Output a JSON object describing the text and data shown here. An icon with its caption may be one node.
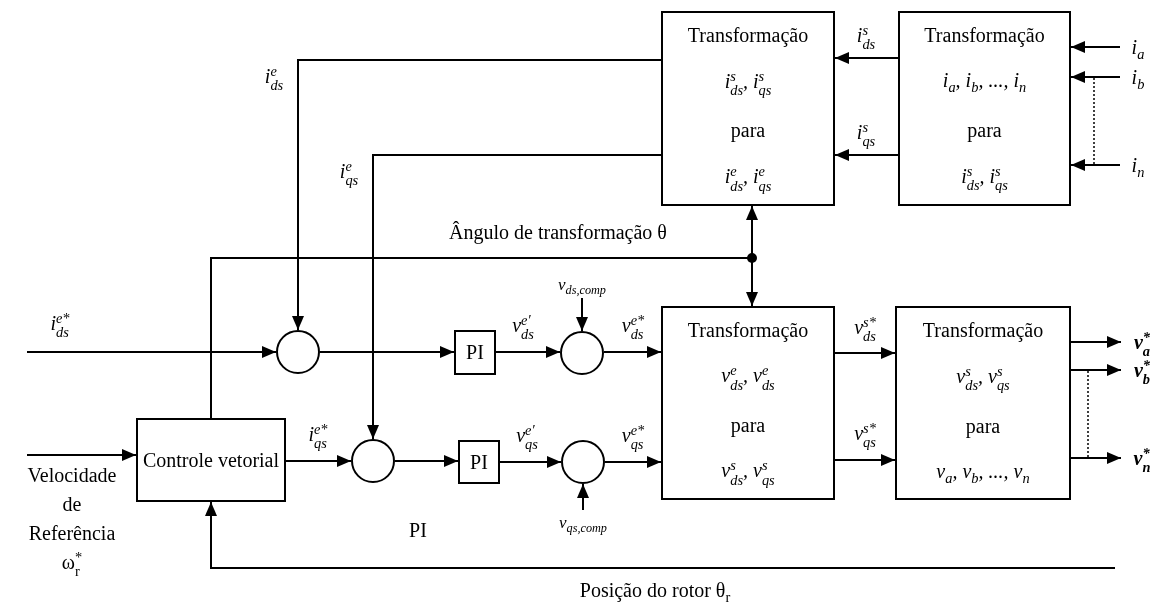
{
  "diagram": {
    "nodes": [
      {
        "text": [
          "Transformação",
          "i$_{ds}$$^{s}$, i$_{qs}$$^{s}$",
          "para",
          "i$_{ds}$$^{e}$, i$_{qs}$$^{e}$"
        ]
      },
      {
        "text": [
          "Transformação",
          "i$_{a}$, i$_{b}$, ..., i$_{n}$",
          "para",
          "i$_{ds}$$^{s}$, i$_{qs}$$^{s}$"
        ]
      },
      {
        "text": [
          "i$_{a}$"
        ]
      },
      {
        "text": [
          "i$_{b}$"
        ]
      },
      {
        "text": [
          "i$_{n}$"
        ]
      },
      {
        "text": [
          "v$_{ds,comp}$"
        ]
      },
      {
        "text": [],
        "shape": "circle"
      },
      {
        "text": [
          "PI"
        ]
      },
      {
        "text": [],
        "shape": "circle"
      },
      {
        "text": [
          "Transformação",
          "v$_{ds}$$^{e}$, v$_{ds}$$^{e}$",
          "para",
          "v$_{ds}$$^{s}$, v$_{qs}$$^{s}$"
        ]
      },
      {
        "text": [
          "Transformação",
          "v$_{ds}$$^{s}$, v$_{qs}$$^{s}$",
          "para",
          "v$_{a}$, v$_{b}$, ..., v$_{n}$"
        ]
      },
      {
        "text": [
          "v$_{a}$$^{*}$"
        ]
      },
      {
        "text": [
          "v$_{b}$$^{*}$"
        ]
      },
      {
        "text": [
          "v$_{n}$$^{*}$"
        ]
      },
      {
        "text": [
          "Controle vetorial"
        ]
      },
      {
        "text": [],
        "shape": "circle"
      },
      {
        "text": [
          "PI"
        ]
      },
      {
        "text": [],
        "shape": "circle"
      },
      {
        "text": [
          "v$_{qs,comp}$"
        ]
      },
      {
        "text": [
          "Velocidade de Referência ω$_{r}$$^{*}$"
        ]
      }
    ],
    "edges": [
      {
        "from": 1,
        "to": 0,
        "arrow": "to",
        "label": "i$_{ds}$$^{s}$"
      },
      {
        "from": 1,
        "to": 0,
        "arrow": "to",
        "label": "i$_{qs}$$^{s}$"
      },
      {
        "from": 2,
        "to": 1,
        "arrow": "to"
      },
      {
        "from": 3,
        "to": 1,
        "arrow": "to"
      },
      {
        "from": 4,
        "to": 1,
        "arrow": "to"
      },
      {
        "from": 0,
        "to": 6,
        "arrow": "to",
        "label": "i$_{ds}$$^{e}$"
      },
      {
        "from": 0,
        "to": 15,
        "arrow": "to",
        "label": "i$_{qs}$$^{e}$"
      },
      {
        "from": 14,
        "to": 0,
        "arrow": "to",
        "label": "Ângulo de transformação θ"
      },
      {
        "from": 14,
        "to": 9,
        "arrow": "to"
      },
      {
        "from": null,
        "to": 6,
        "arrow": "to",
        "label": "i$_{ds}$$^{e*}$"
      },
      {
        "from": 6,
        "to": 7,
        "arrow": "to"
      },
      {
        "from": 7,
        "to": 8,
        "arrow": "to",
        "label": "v$_{ds}$$^{e′}$"
      },
      {
        "from": 5,
        "to": 8,
        "arrow": "to"
      },
      {
        "from": 8,
        "to": 9,
        "arrow": "to",
        "label": "v$_{ds}$$^{e*}$"
      },
      {
        "from": 19,
        "to": 14,
        "arrow": "to"
      },
      {
        "from": 14,
        "to": 15,
        "arrow": "to",
        "label": "i$_{qs}$$^{e*}$"
      },
      {
        "from": 15,
        "to": 16,
        "arrow": "to"
      },
      {
        "from": 16,
        "to": 17,
        "arrow": "to",
        "label": "v$_{qs}$$^{e′}$"
      },
      {
        "from": 18,
        "to": 17,
        "arrow": "to"
      },
      {
        "from": 17,
        "to": 9,
        "arrow": "to",
        "label": "v$_{qs}$$^{e*}$"
      },
      {
        "from": 9,
        "to": 10,
        "arrow": "to",
        "label": "v$_{ds}$$^{s*}$"
      },
      {
        "from": 9,
        "to": 10,
        "arrow": "to",
        "label": "v$_{qs}$$^{s*}$"
      },
      {
        "from": 10,
        "to": 11,
        "arrow": "to"
      },
      {
        "from": 10,
        "to": 12,
        "arrow": "to"
      },
      {
        "from": 10,
        "to": 13,
        "arrow": "to"
      },
      {
        "from": null,
        "to": 14,
        "arrow": "to",
        "label": "Posição do rotor θ$_{r}$"
      }
    ],
    "labels": [
      "PI"
    ]
  }
}
